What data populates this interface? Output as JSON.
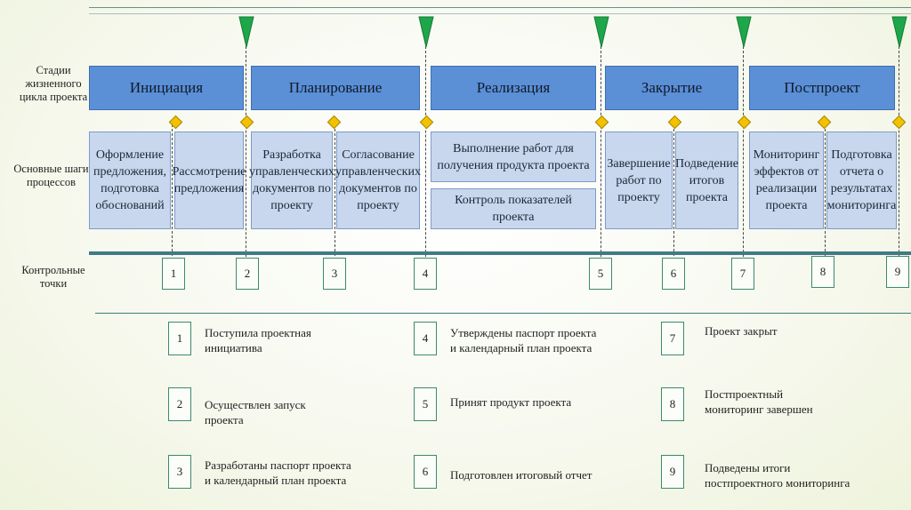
{
  "row_labels": {
    "stages": "Стадии жизненного цикла проекта",
    "steps": "Основные шаги процессов",
    "checkpoints": "Контрольные точки"
  },
  "stages": [
    {
      "label": "Инициация"
    },
    {
      "label": "Планирование"
    },
    {
      "label": "Реализация"
    },
    {
      "label": "Закрытие"
    },
    {
      "label": "Постпроект"
    }
  ],
  "steps": [
    {
      "label": "Оформление предложения, подготовка обоснований"
    },
    {
      "label": "Рассмотрение предложения"
    },
    {
      "label": "Разработка управленческих документов по проекту"
    },
    {
      "label": "Согласование управленческих документов по проекту"
    },
    {
      "label": "Выполнение работ для получения продукта проекта"
    },
    {
      "label": "Контроль показателей проекта"
    },
    {
      "label": "Завершение работ по проекту"
    },
    {
      "label": "Подведение итогов проекта"
    },
    {
      "label": "Мониторинг эффектов от реализации проекта"
    },
    {
      "label": "Подготовка отчета о результатах мониторинга"
    }
  ],
  "checkpoints": [
    "1",
    "2",
    "3",
    "4",
    "5",
    "6",
    "7",
    "8",
    "9"
  ],
  "legend": [
    {
      "num": "1",
      "text": "Поступила проектная инициатива"
    },
    {
      "num": "2",
      "text": "Осуществлен запуск проекта"
    },
    {
      "num": "3",
      "text": "Разработаны паспорт проекта и календарный план проекта"
    },
    {
      "num": "4",
      "text": "Утверждены паспорт проекта и календарный план проекта"
    },
    {
      "num": "5",
      "text": "Принят продукт проекта"
    },
    {
      "num": "6",
      "text": "Подготовлен итоговый отчет"
    },
    {
      "num": "7",
      "text": "Проект закрыт"
    },
    {
      "num": "8",
      "text": "Постпроектный мониторинг завершен"
    },
    {
      "num": "9",
      "text": "Подведены итоги постпроектного мониторинга"
    }
  ],
  "colors": {
    "stage_fill": "#5b8fd6",
    "step_fill": "#c8d7ee",
    "flag": "#1ea64a",
    "diamond": "#f2c200",
    "checkpoint_border": "#3d8a6b",
    "timeline": "#3f7a86"
  }
}
